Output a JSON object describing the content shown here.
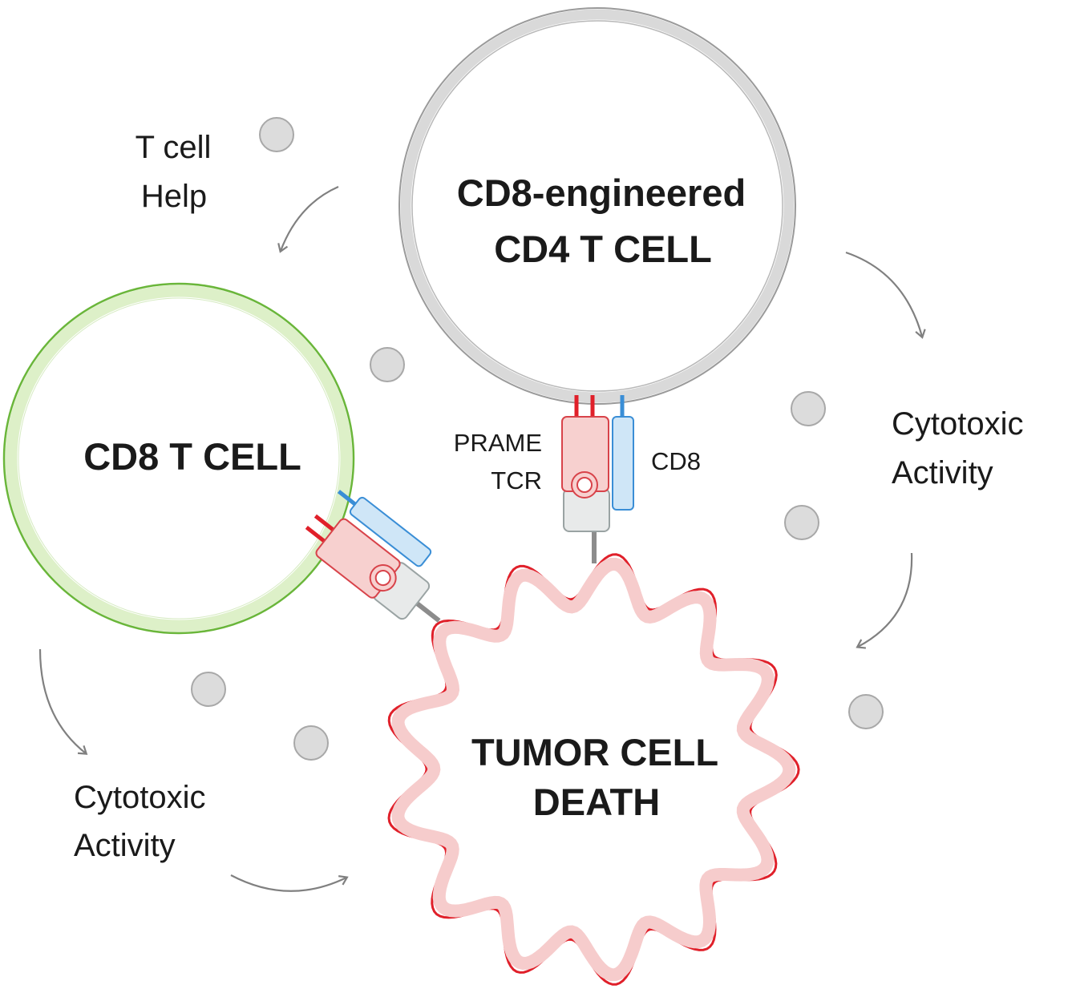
{
  "cells": {
    "cd4": {
      "line1": "CD8-engineered",
      "line2": "CD4 T CELL"
    },
    "cd8": {
      "label": "CD8 T CELL"
    },
    "tumor": {
      "line1": "TUMOR CELL",
      "line2": "DEATH"
    }
  },
  "annotations": {
    "help": {
      "line1": "T cell",
      "line2": "Help"
    },
    "cytotoxic_right": {
      "line1": "Cytotoxic",
      "line2": "Activity"
    },
    "cytotoxic_left": {
      "line1": "Cytotoxic",
      "line2": "Activity"
    }
  },
  "receptors": {
    "tcr": {
      "line1": "PRAME",
      "line2": "TCR"
    },
    "coreceptor": "CD8"
  },
  "colors": {
    "cd4_membrane": "#d9d9d9",
    "cd8_membrane_fill": "#ddf0c8",
    "cd8_membrane_edge": "#6ab63a",
    "tumor_membrane_fill": "#f6cccc",
    "tumor_membrane_edge": "#e0202a",
    "tcr_fill": "#f7d0cf",
    "tcr_edge": "#d8434a",
    "cd8_receptor_fill": "#cfe6f7",
    "cd8_receptor_edge": "#3a8ed6",
    "mhc_fill": "#e8eaea",
    "cytokine_fill": "#dcdcdc",
    "arrow": "#808080"
  }
}
